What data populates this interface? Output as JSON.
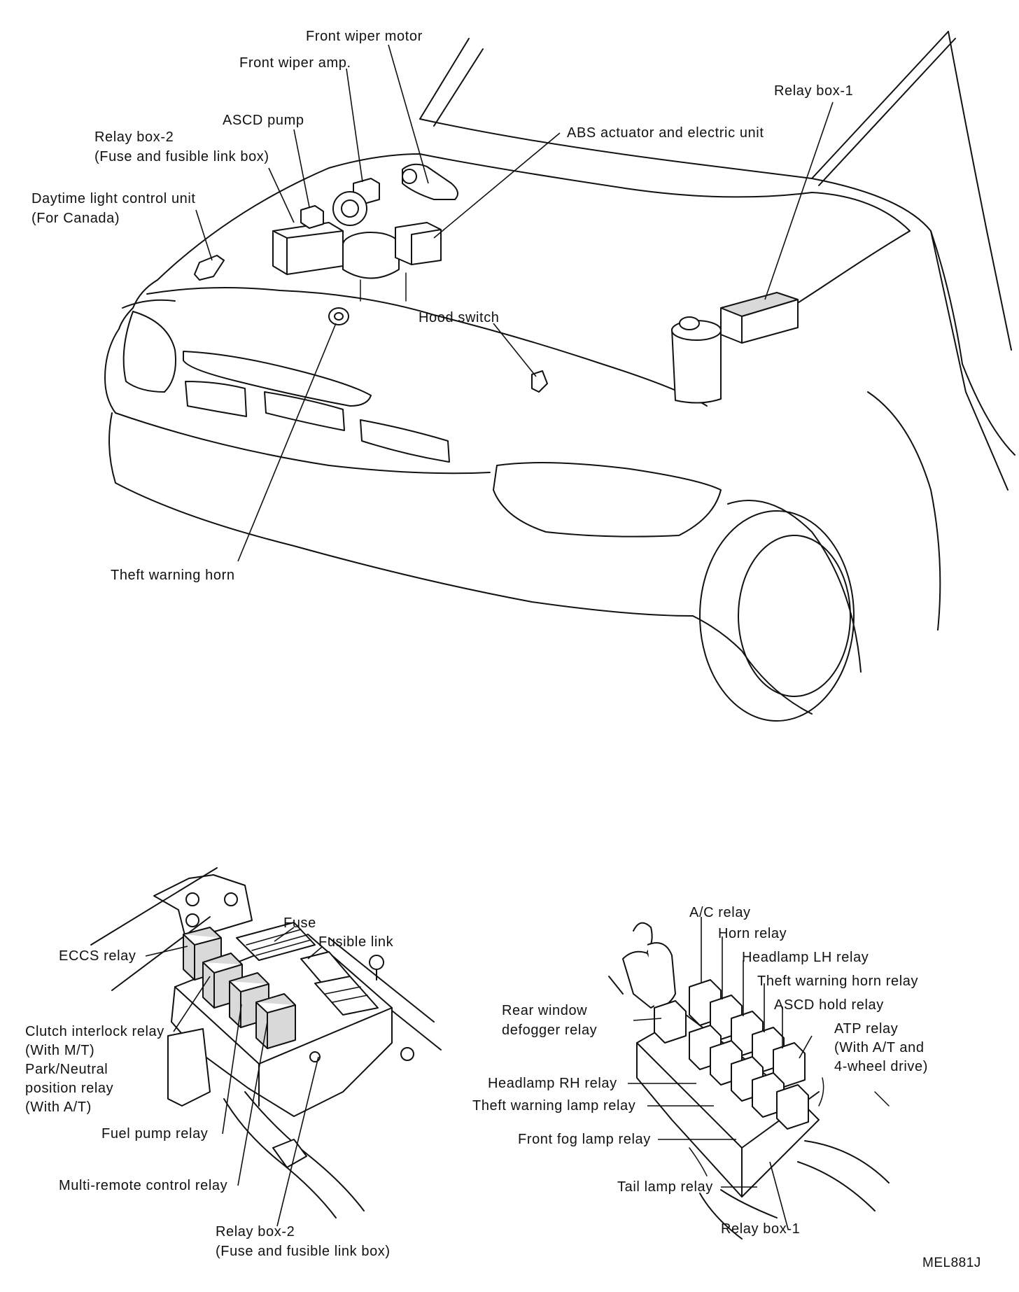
{
  "figure_code": "MEL881J",
  "top_view": {
    "labels": {
      "front_wiper_motor": "Front wiper motor",
      "front_wiper_amp": "Front wiper amp.",
      "relay_box_1": "Relay box-1",
      "abs_actuator": "ABS actuator and electric unit",
      "ascd_pump": "ASCD pump",
      "relay_box_2_line1": "Relay box-2",
      "relay_box_2_line2": "(Fuse and fusible link box)",
      "daytime_light_line1": "Daytime light control unit",
      "daytime_light_line2": "(For Canada)",
      "hood_switch": "Hood switch",
      "theft_warning_horn": "Theft warning horn"
    }
  },
  "relay_box_2_detail": {
    "labels": {
      "fuse": "Fuse",
      "fusible_link": "Fusible link",
      "eccs_relay": "ECCS relay",
      "clutch_line1": "Clutch interlock relay",
      "clutch_line2": "(With M/T)",
      "clutch_line3": "Park/Neutral",
      "clutch_line4": "position relay",
      "clutch_line5": "(With A/T)",
      "fuel_pump_relay": "Fuel pump relay",
      "multi_remote_relay": "Multi-remote control relay",
      "box_line1": "Relay box-2",
      "box_line2": "(Fuse and fusible link box)"
    }
  },
  "relay_box_1_detail": {
    "labels": {
      "ac_relay": "A/C relay",
      "horn_relay": "Horn relay",
      "headlamp_lh_relay": "Headlamp LH relay",
      "theft_warning_horn_relay": "Theft warning horn relay",
      "ascd_hold_relay": "ASCD hold relay",
      "atp_line1": "ATP relay",
      "atp_line2": "(With A/T and",
      "atp_line3": "4-wheel drive)",
      "rear_defogger_line1": "Rear window",
      "rear_defogger_line2": "defogger relay",
      "headlamp_rh_relay": "Headlamp RH relay",
      "theft_warning_lamp_relay": "Theft warning lamp relay",
      "front_fog_lamp_relay": "Front fog lamp relay",
      "tail_lamp_relay": "Tail lamp relay",
      "relay_box_1": "Relay box-1"
    }
  }
}
